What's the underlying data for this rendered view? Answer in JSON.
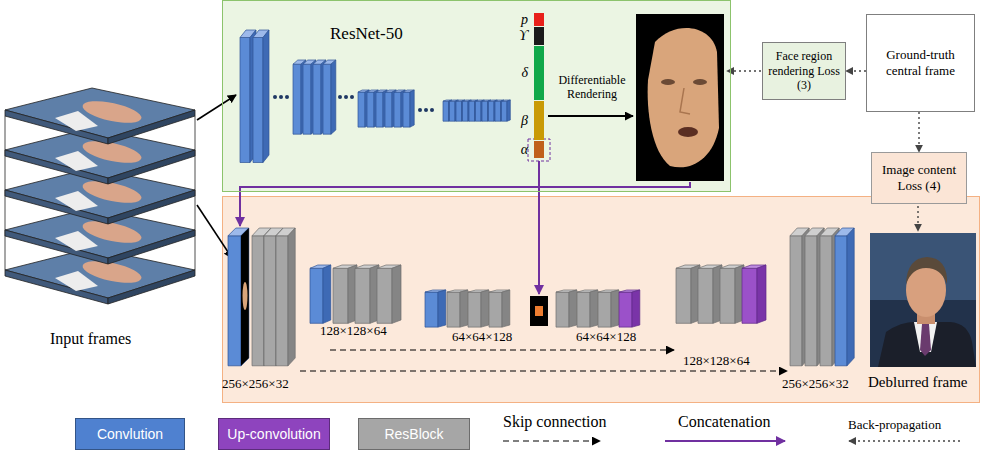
{
  "diagram": {
    "nodes": [
      {
        "text": [
          "ResNet-50"
        ]
      },
      {
        "text": [
          "p"
        ],
        "in": 0
      },
      {
        "text": [
          "ϒ"
        ],
        "in": 0
      },
      {
        "text": [
          "δ"
        ],
        "in": 0
      },
      {
        "text": [
          "β"
        ],
        "in": 0
      },
      {
        "text": [
          "α"
        ],
        "in": 0
      },
      {
        "text": [
          "Face region rendering Loss (3)"
        ]
      },
      {
        "text": [
          "Ground-truth central frame"
        ]
      },
      {
        "text": [
          "Image content Loss (4)"
        ]
      }
    ],
    "edges": [
      {
        "from": 7,
        "to": 6,
        "arrow": "to"
      },
      {
        "from": 7,
        "to": 8,
        "arrow": "to"
      }
    ],
    "labels": [
      "Input frames",
      "Differentiable Rendering",
      "256×256×32",
      "128×128×64",
      "64×64×128",
      "64×64×128",
      "128×128×64",
      "256×256×32",
      "Deblurred frame"
    ],
    "legend": [
      {
        "text": "Convlution",
        "color": "#4F81D0"
      },
      {
        "text": "Up-convolution",
        "color": "#8E44BE"
      },
      {
        "text": "ResBlock",
        "color": "#A6A6A6"
      },
      {
        "text": "Skip connection"
      },
      {
        "text": "Concatenation"
      },
      {
        "text": "Back-propagation"
      }
    ]
  }
}
